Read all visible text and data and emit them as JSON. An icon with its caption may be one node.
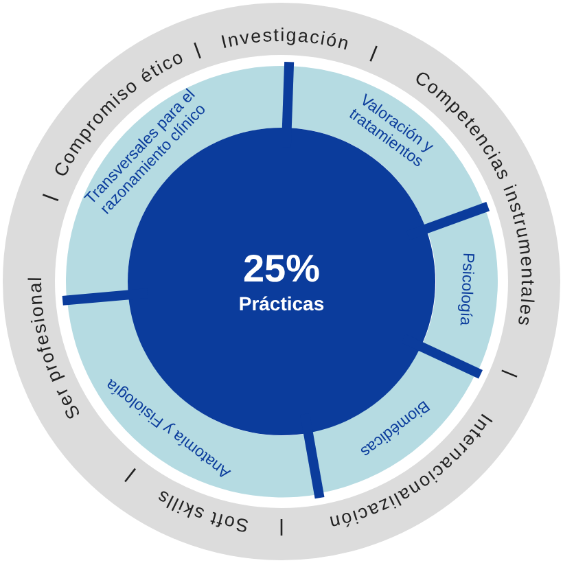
{
  "diagram": {
    "nodes": [
      {
        "text": [
          "Transversales para el razonamiento clínico"
        ]
      },
      {
        "text": [
          "Valoración y tratamientos"
        ]
      },
      {
        "text": [
          "25%",
          "Prácticas"
        ]
      },
      {
        "text": [
          "Psicología"
        ]
      },
      {
        "text": [
          "Biomédicas"
        ]
      },
      {
        "text": [
          "Anatomía y Fisiología"
        ]
      }
    ],
    "labels": [
      "Investigación",
      "Competencias instrumentales",
      "Internacionalización",
      "Soft skills",
      "Ser profesional",
      "Compromiso ético"
    ]
  }
}
